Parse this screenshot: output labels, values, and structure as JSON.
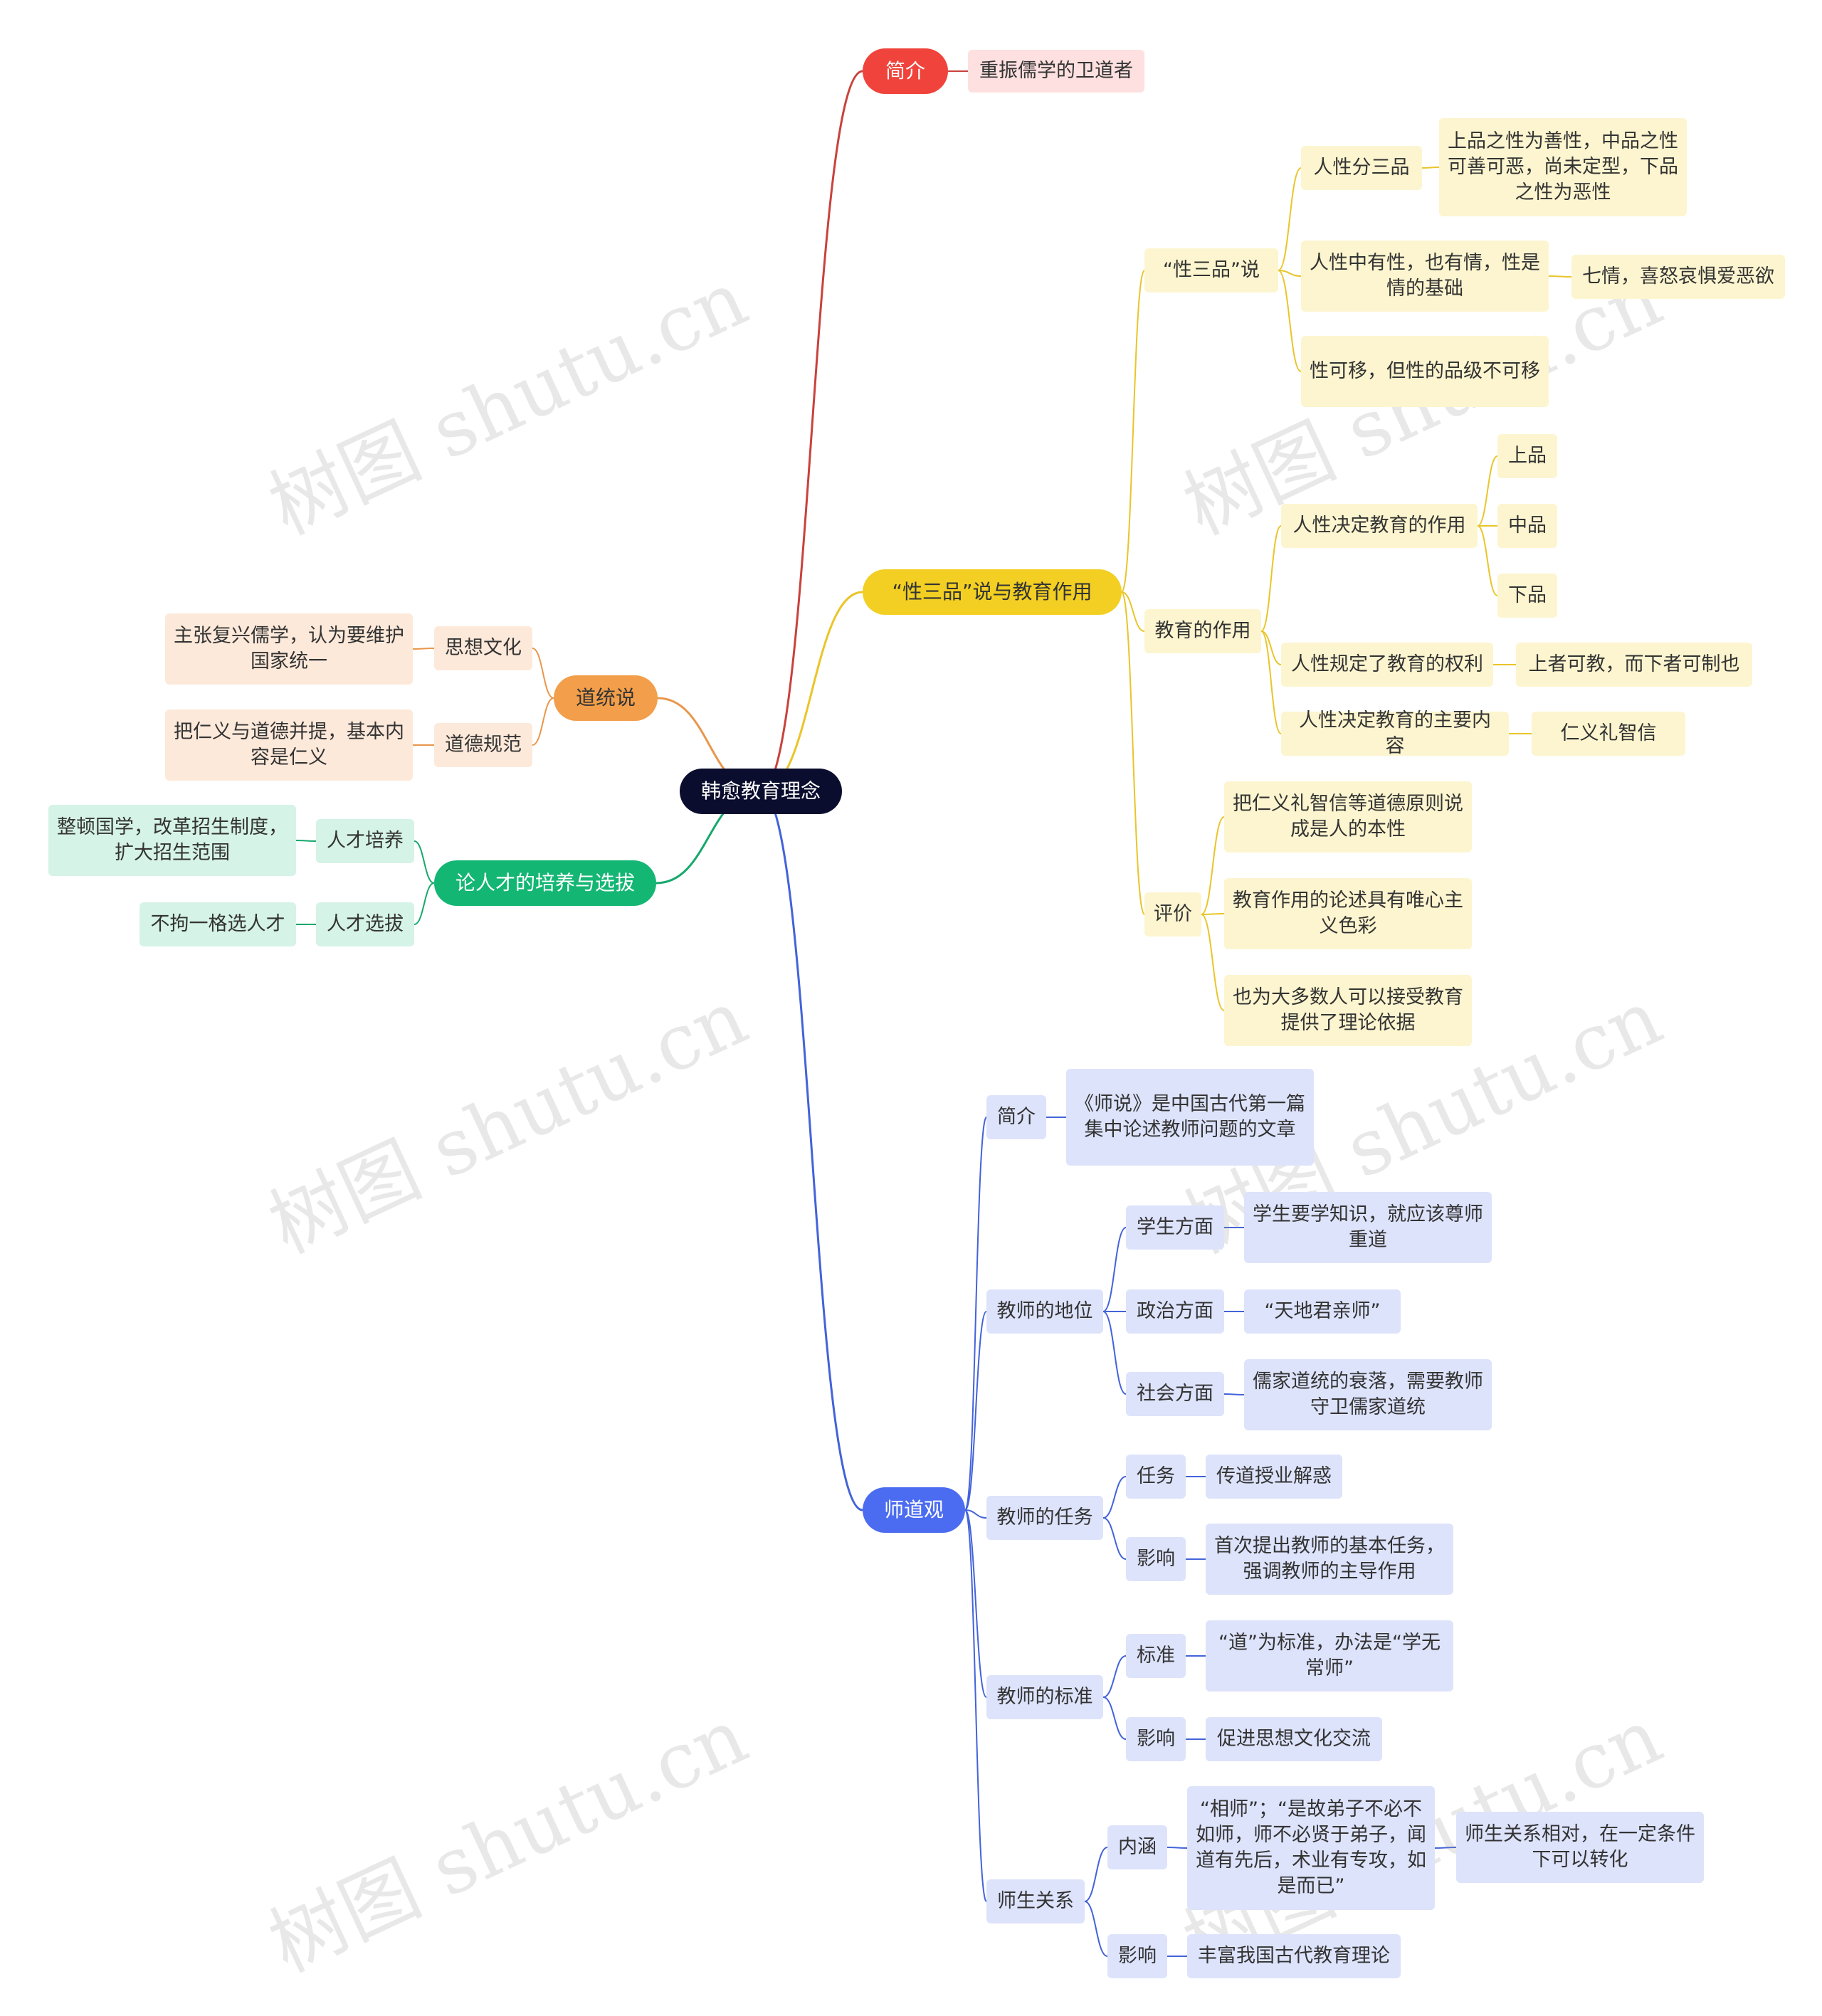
{
  "watermark": "树图 shutu.cn",
  "root": "韩愈教育理念",
  "branches": {
    "intro": {
      "label": "简介",
      "summary": "重振儒学的卫道者"
    },
    "xingsanpin": {
      "label": "“性三品”说与教育作用",
      "theory": {
        "label": "“性三品”说",
        "three_grades": "人性分三品",
        "three_grades_desc": "上品之性为善性，中品之性可善可恶，尚未定型，下品之性为恶性",
        "emotion": "人性中有性，也有情，性是情的基础",
        "seven_emotions": "七情，喜怒哀惧爱恶欲",
        "movable": "性可移，但性的品级不可移"
      },
      "role": {
        "label": "教育的作用",
        "decides_role": "人性决定教育的作用",
        "grade_upper": "上品",
        "grade_middle": "中品",
        "grade_lower": "下品",
        "defines_rights": "人性规定了教育的权利",
        "rights_desc": "上者可教，而下者可制也",
        "decides_content": "人性决定教育的主要内容",
        "content_desc": "仁义礼智信"
      },
      "evaluation": {
        "label": "评价",
        "e1": "把仁义礼智信等道德原则说成是人的本性",
        "e2": "教育作用的论述具有唯心主义色彩",
        "e3": "也为大多数人可以接受教育提供了理论依据"
      }
    },
    "daotong": {
      "label": "道统说",
      "thought": "思想文化",
      "thought_desc": "主张复兴儒学，认为要维护国家统一",
      "morality": "道德规范",
      "morality_desc": "把仁义与道德并提，基本内容是仁义"
    },
    "talent": {
      "label": "论人才的培养与选拔",
      "cultivation": "人才培养",
      "cultivation_desc": "整顿国学，改革招生制度，扩大招生范围",
      "selection": "人才选拔",
      "selection_desc": "不拘一格选人才"
    },
    "shidao": {
      "label": "师道观",
      "intro": "简介",
      "intro_desc": "《师说》是中国古代第一篇集中论述教师问题的文章",
      "status": "教师的地位",
      "student_side": "学生方面",
      "student_desc": "学生要学知识，就应该尊师重道",
      "political_side": "政治方面",
      "political_desc": "“天地君亲师”",
      "social_side": "社会方面",
      "social_desc": "儒家道统的衰落，需要教师守卫儒家道统",
      "task": "教师的任务",
      "task_label": "任务",
      "task_desc": "传道授业解惑",
      "task_impact": "影响",
      "task_impact_desc": "首次提出教师的基本任务，强调教师的主导作用",
      "standard": "教师的标准",
      "standard_label": "标准",
      "standard_desc": "“道”为标准，办法是“学无常师”",
      "standard_impact": "影响",
      "standard_impact_desc": "促进思想文化交流",
      "relation": "师生关系",
      "connotation": "内涵",
      "connotation_desc": "“相师”；“是故弟子不必不如师，师不必贤于弟子，闻道有先后，术业有专攻，如是而已”",
      "connotation_note": "师生关系相对，在一定条件下可以转化",
      "relation_impact": "影响",
      "relation_impact_desc": "丰富我国古代教育理论"
    }
  }
}
